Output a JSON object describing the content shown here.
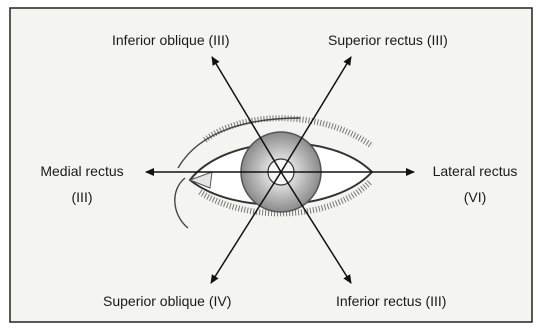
{
  "labels": {
    "inferior_oblique": "Inferior oblique (III)",
    "superior_rectus": "Superior rectus (III)",
    "medial_rectus_name": "Medial rectus",
    "medial_rectus_nerve": "(III)",
    "lateral_rectus_name": "Lateral rectus",
    "lateral_rectus_nerve": "(VI)",
    "superior_oblique": "Superior oblique (IV)",
    "inferior_rectus": "Inferior rectus (III)"
  },
  "colors": {
    "border": "#222222",
    "background": "#f4f4f0",
    "line": "#111111",
    "iris": "#9a9a9a",
    "pupil": "#6a6a6a"
  }
}
